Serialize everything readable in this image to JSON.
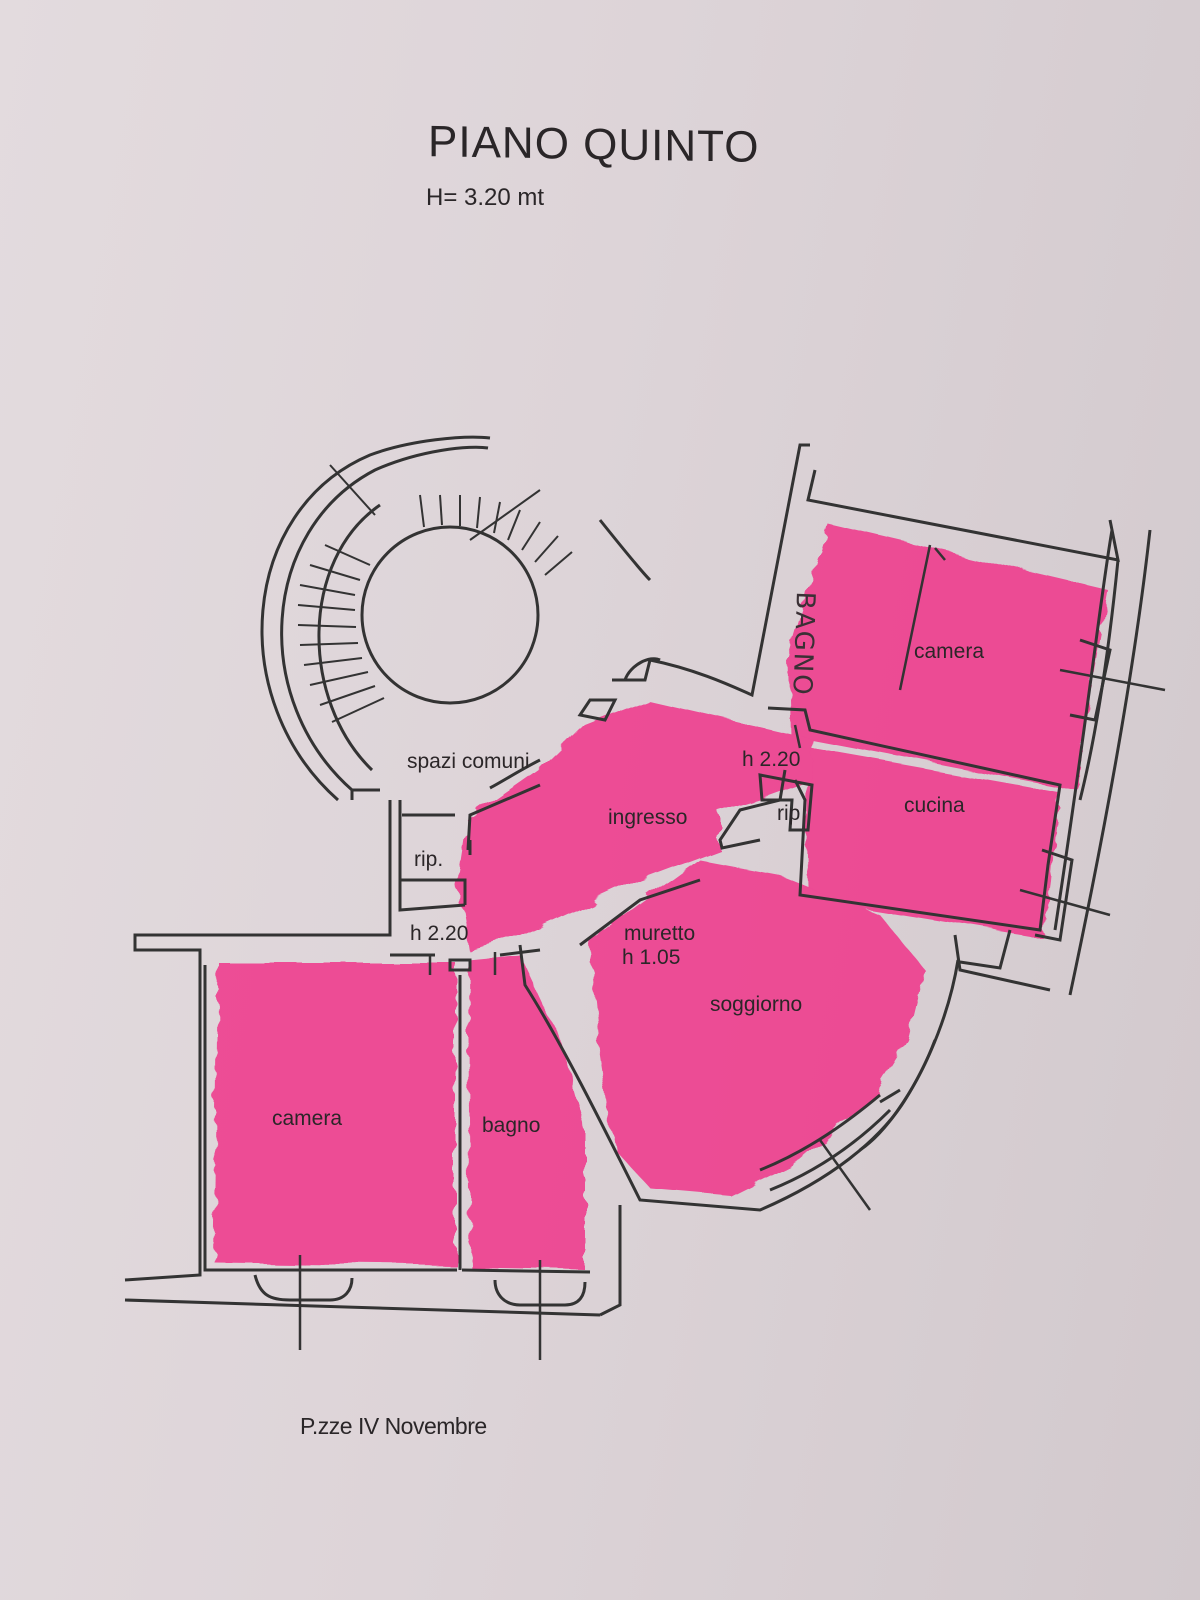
{
  "title": "PIANO QUINTO",
  "height_note": "H= 3.20 mt",
  "rooms": {
    "camera_top": "camera",
    "bagno_handwritten": "BAGNO",
    "cucina": "cucina",
    "ingresso": "ingresso",
    "rip_right": "rip",
    "rip_left": "rip.",
    "spazi_comuni": "spazi comuni",
    "soggiorno": "soggiorno",
    "camera_bottom": "camera",
    "bagno": "bagno"
  },
  "annotations": {
    "h_right": "h 2.20",
    "h_left": "h 2.20",
    "muretto": "muretto",
    "muretto_h": "h 1.05"
  },
  "street": "P.zze IV Novembre",
  "colors": {
    "highlight": "#f0348a",
    "ink": "#2a2628",
    "paper": "#e0d8db"
  }
}
